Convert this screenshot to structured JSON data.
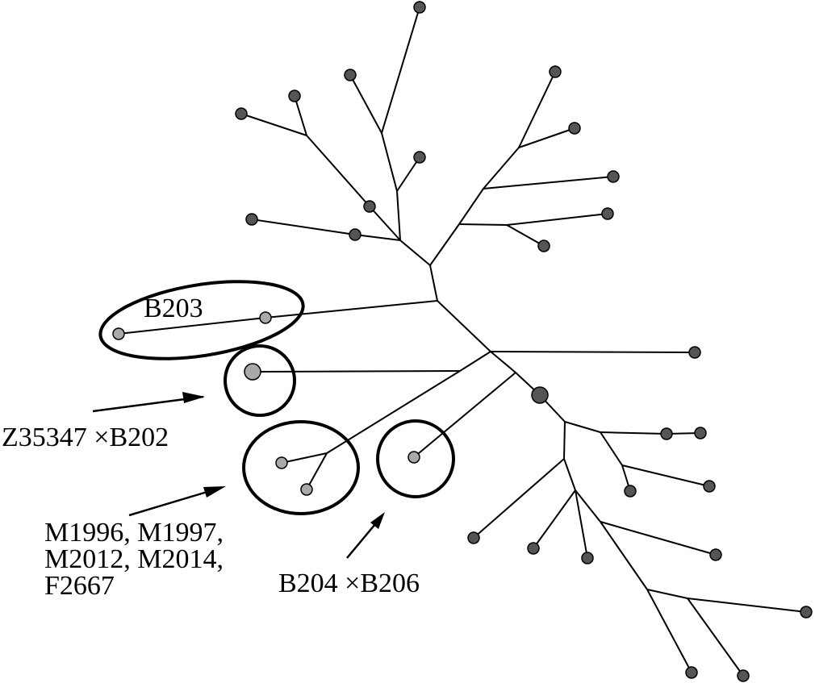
{
  "labels": {
    "b203": "B203",
    "z35347": "Z35347 ×B202",
    "m_group": [
      "M1996, M1997,",
      "M2012, M2014,",
      "F2667"
    ],
    "b204": "B204 ×B206"
  },
  "colors": {
    "node_dark": "#555557",
    "node_light": "#a9a9ab",
    "line": "#000000"
  }
}
